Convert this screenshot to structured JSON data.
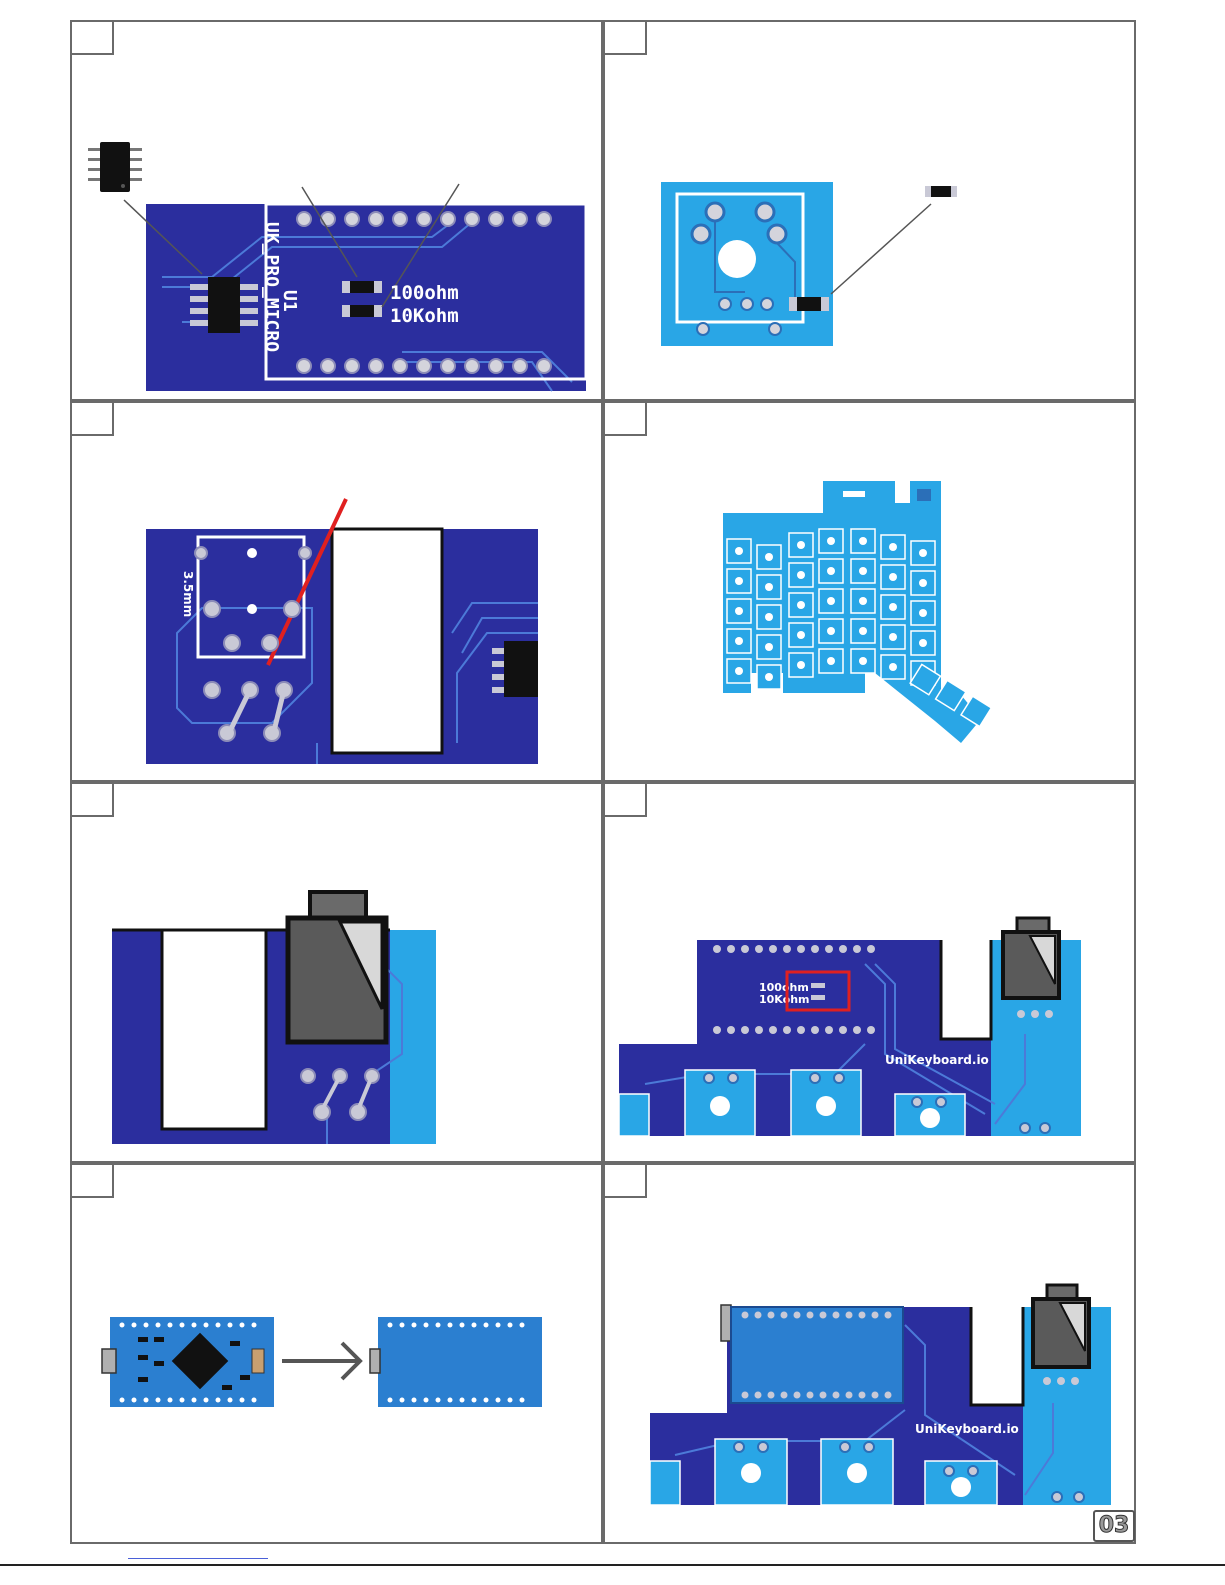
{
  "page_number": "03",
  "panels": [
    {
      "id": "step-1",
      "labels": {
        "silk_ref": "U1",
        "silk_board": "UK_PRO_MICRO",
        "resistor_1": "100ohm",
        "resistor_2": "10Kohm"
      }
    },
    {
      "id": "step-2",
      "labels": {}
    },
    {
      "id": "step-3",
      "labels": {
        "silk_jack": "3.5mm"
      }
    },
    {
      "id": "step-4",
      "labels": {}
    },
    {
      "id": "step-5",
      "labels": {}
    },
    {
      "id": "step-6",
      "labels": {
        "resistor_1": "100ohm",
        "resistor_2": "10Kohm",
        "brand": "UniKeyboard.io"
      }
    },
    {
      "id": "step-7",
      "labels": {}
    },
    {
      "id": "step-8",
      "labels": {
        "brand": "UniKeyboard.io"
      }
    }
  ],
  "colors": {
    "pcb_dark": "#2b2e9e",
    "pcb_light": "#29a6e6",
    "trace": "#4c7ad8",
    "pad": "#c9c9d6",
    "chip": "#111111",
    "highlight": "#e02020",
    "jack_body": "#5a5a5a"
  },
  "icons": [
    "soic-chip-icon",
    "smd-resistor-icon",
    "audio-jack-icon",
    "pro-micro-board-icon",
    "arrow-right-icon"
  ]
}
